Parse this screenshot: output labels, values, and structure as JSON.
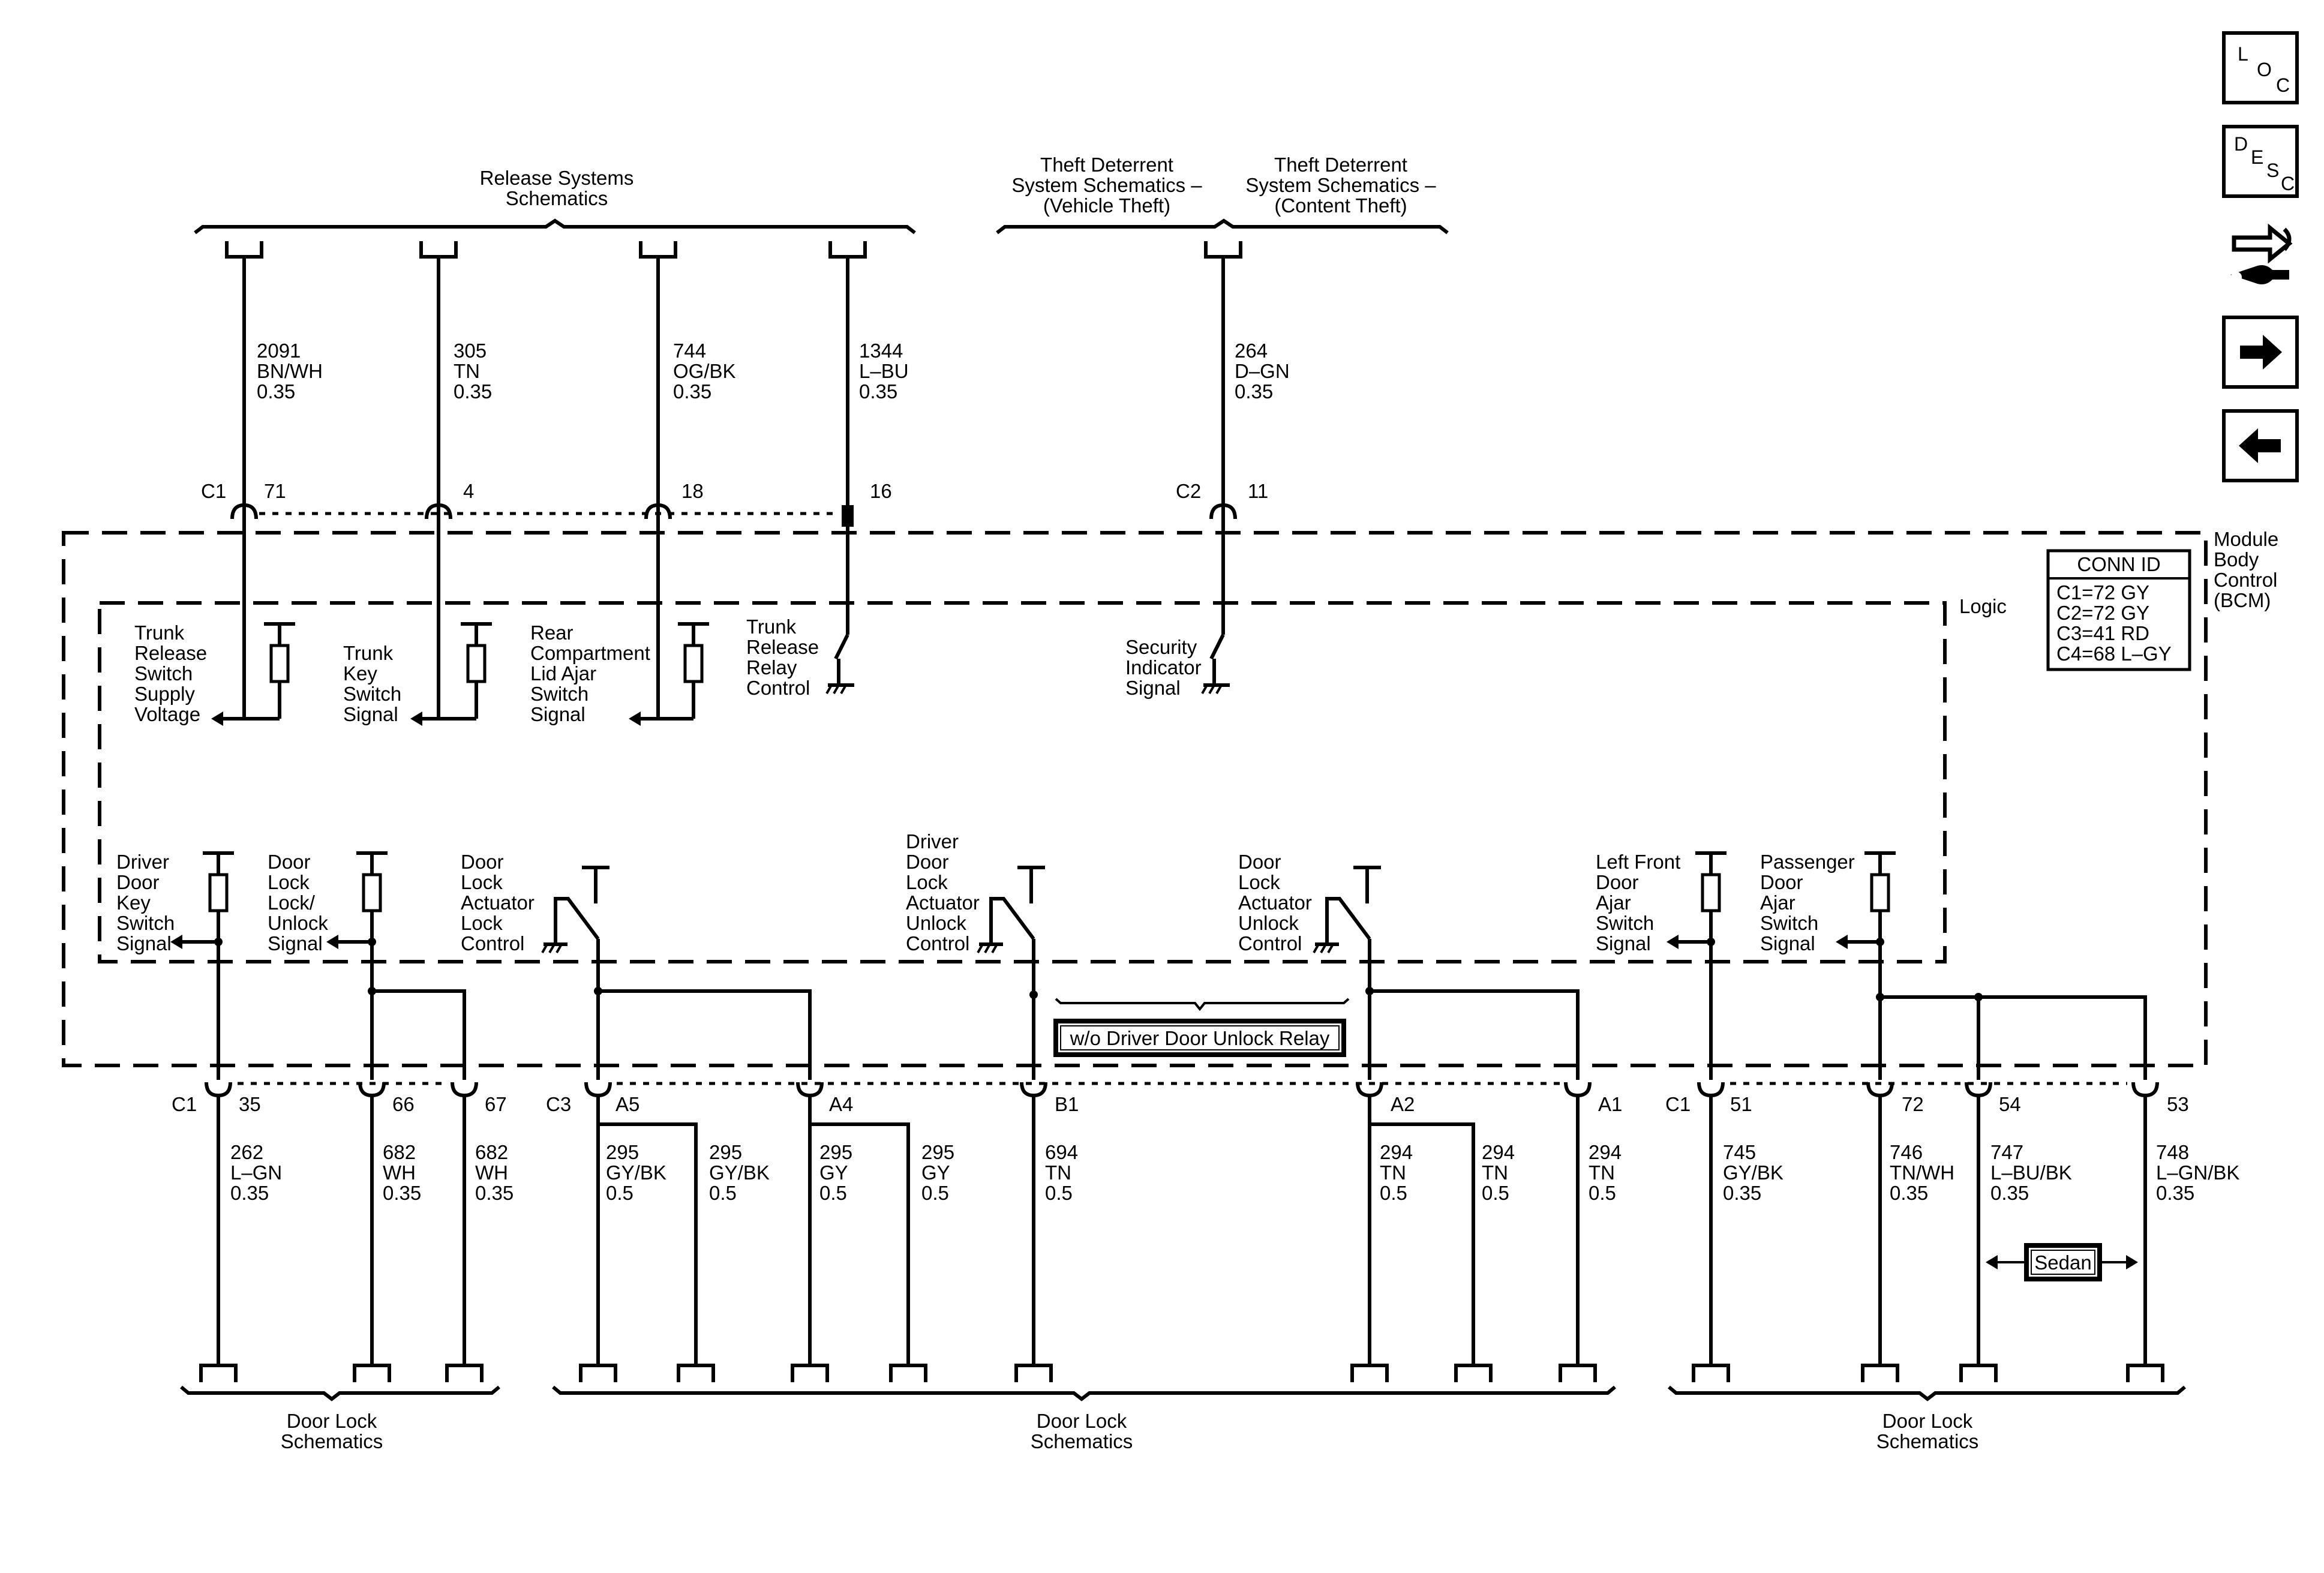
{
  "nav": {
    "loc": [
      "L",
      "O",
      "C"
    ],
    "desc": [
      "D",
      "E",
      "S",
      "C"
    ],
    "icons": [
      "loc-icon",
      "desc-icon",
      "wrench-flow-icon",
      "arrow-right-icon",
      "arrow-left-icon"
    ]
  },
  "references": {
    "release": [
      "Release Systems",
      "Schematics"
    ],
    "theft_vehicle": [
      "Theft Deterrent",
      "System Schematics –",
      "(Vehicle Theft)"
    ],
    "theft_content": [
      "Theft Deterrent",
      "System Schematics –",
      "(Content Theft)"
    ],
    "door_lock_left": [
      "Door Lock",
      "Schematics"
    ],
    "door_lock_center": [
      "Door Lock",
      "Schematics"
    ],
    "door_lock_right": [
      "Door Lock",
      "Schematics"
    ]
  },
  "module": {
    "name": [
      "Module",
      "Body",
      "Control",
      "(BCM)"
    ],
    "logic_label": "Logic",
    "conn_id": {
      "title": "CONN ID",
      "rows": [
        "C1=72 GY",
        "C2=72 GY",
        "C3=41 RD",
        "C4=68 L–GY"
      ]
    }
  },
  "top_wires": [
    {
      "circuit": "2091",
      "color": "BN/WH",
      "gauge": "0.35",
      "connector": "C1",
      "pin": "71"
    },
    {
      "circuit": "305",
      "color": "TN",
      "gauge": "0.35",
      "connector": "",
      "pin": "4"
    },
    {
      "circuit": "744",
      "color": "OG/BK",
      "gauge": "0.35",
      "connector": "",
      "pin": "18"
    },
    {
      "circuit": "1344",
      "color": "L–BU",
      "gauge": "0.35",
      "connector": "",
      "pin": "16"
    },
    {
      "circuit": "264",
      "color": "D–GN",
      "gauge": "0.35",
      "connector": "C2",
      "pin": "11"
    }
  ],
  "signals_top": {
    "trunk_release_supply": [
      "Trunk",
      "Release",
      "Switch",
      "Supply",
      "Voltage"
    ],
    "trunk_key_switch": [
      "Trunk",
      "Key",
      "Switch",
      "Signal"
    ],
    "rear_compartment": [
      "Rear",
      "Compartment",
      "Lid Ajar",
      "Switch",
      "Signal"
    ],
    "trunk_release_relay": [
      "Trunk",
      "Release",
      "Relay",
      "Control"
    ],
    "security_indicator": [
      "Security",
      "Indicator",
      "Signal"
    ]
  },
  "signals_bottom": {
    "driver_door_key": [
      "Driver",
      "Door",
      "Key",
      "Switch",
      "Signal"
    ],
    "door_lock_unlock": [
      "Door",
      "Lock",
      "Lock/",
      "Unlock",
      "Signal"
    ],
    "lock_control": [
      "Door",
      "Lock",
      "Actuator",
      "Lock",
      "Control"
    ],
    "driver_unlock_control": [
      "Driver",
      "Door",
      "Lock",
      "Actuator",
      "Unlock",
      "Control"
    ],
    "unlock_control": [
      "Door",
      "Lock",
      "Actuator",
      "Unlock",
      "Control"
    ],
    "left_front_ajar": [
      "Left Front",
      "Door",
      "Ajar",
      "Switch",
      "Signal"
    ],
    "passenger_ajar": [
      "Passenger",
      "Door",
      "Ajar",
      "Switch",
      "Signal"
    ]
  },
  "option_labels": {
    "relay": "w/o Driver Door Unlock Relay",
    "sedan": "Sedan"
  },
  "bottom_pins": [
    {
      "connector": "C1",
      "pin": "35"
    },
    {
      "connector": "",
      "pin": "66"
    },
    {
      "connector": "",
      "pin": "67"
    },
    {
      "connector": "C3",
      "pin": "A5"
    },
    {
      "connector": "",
      "pin": "A4"
    },
    {
      "connector": "",
      "pin": "B1"
    },
    {
      "connector": "",
      "pin": "A2"
    },
    {
      "connector": "",
      "pin": "A1"
    },
    {
      "connector": "C1",
      "pin": "51"
    },
    {
      "connector": "",
      "pin": "72"
    },
    {
      "connector": "",
      "pin": "54"
    },
    {
      "connector": "",
      "pin": "53"
    }
  ],
  "bottom_wires": [
    {
      "circuit": "262",
      "color": "L–GN",
      "gauge": "0.35"
    },
    {
      "circuit": "682",
      "color": "WH",
      "gauge": "0.35"
    },
    {
      "circuit": "682",
      "color": "WH",
      "gauge": "0.35"
    },
    {
      "circuit": "295",
      "color": "GY/BK",
      "gauge": "0.5"
    },
    {
      "circuit": "295",
      "color": "GY/BK",
      "gauge": "0.5"
    },
    {
      "circuit": "295",
      "color": "GY",
      "gauge": "0.5"
    },
    {
      "circuit": "295",
      "color": "GY",
      "gauge": "0.5"
    },
    {
      "circuit": "694",
      "color": "TN",
      "gauge": "0.5"
    },
    {
      "circuit": "294",
      "color": "TN",
      "gauge": "0.5"
    },
    {
      "circuit": "294",
      "color": "TN",
      "gauge": "0.5"
    },
    {
      "circuit": "294",
      "color": "TN",
      "gauge": "0.5"
    },
    {
      "circuit": "745",
      "color": "GY/BK",
      "gauge": "0.35"
    },
    {
      "circuit": "746",
      "color": "TN/WH",
      "gauge": "0.35"
    },
    {
      "circuit": "747",
      "color": "L–BU/BK",
      "gauge": "0.35"
    },
    {
      "circuit": "748",
      "color": "L–GN/BK",
      "gauge": "0.35"
    }
  ]
}
